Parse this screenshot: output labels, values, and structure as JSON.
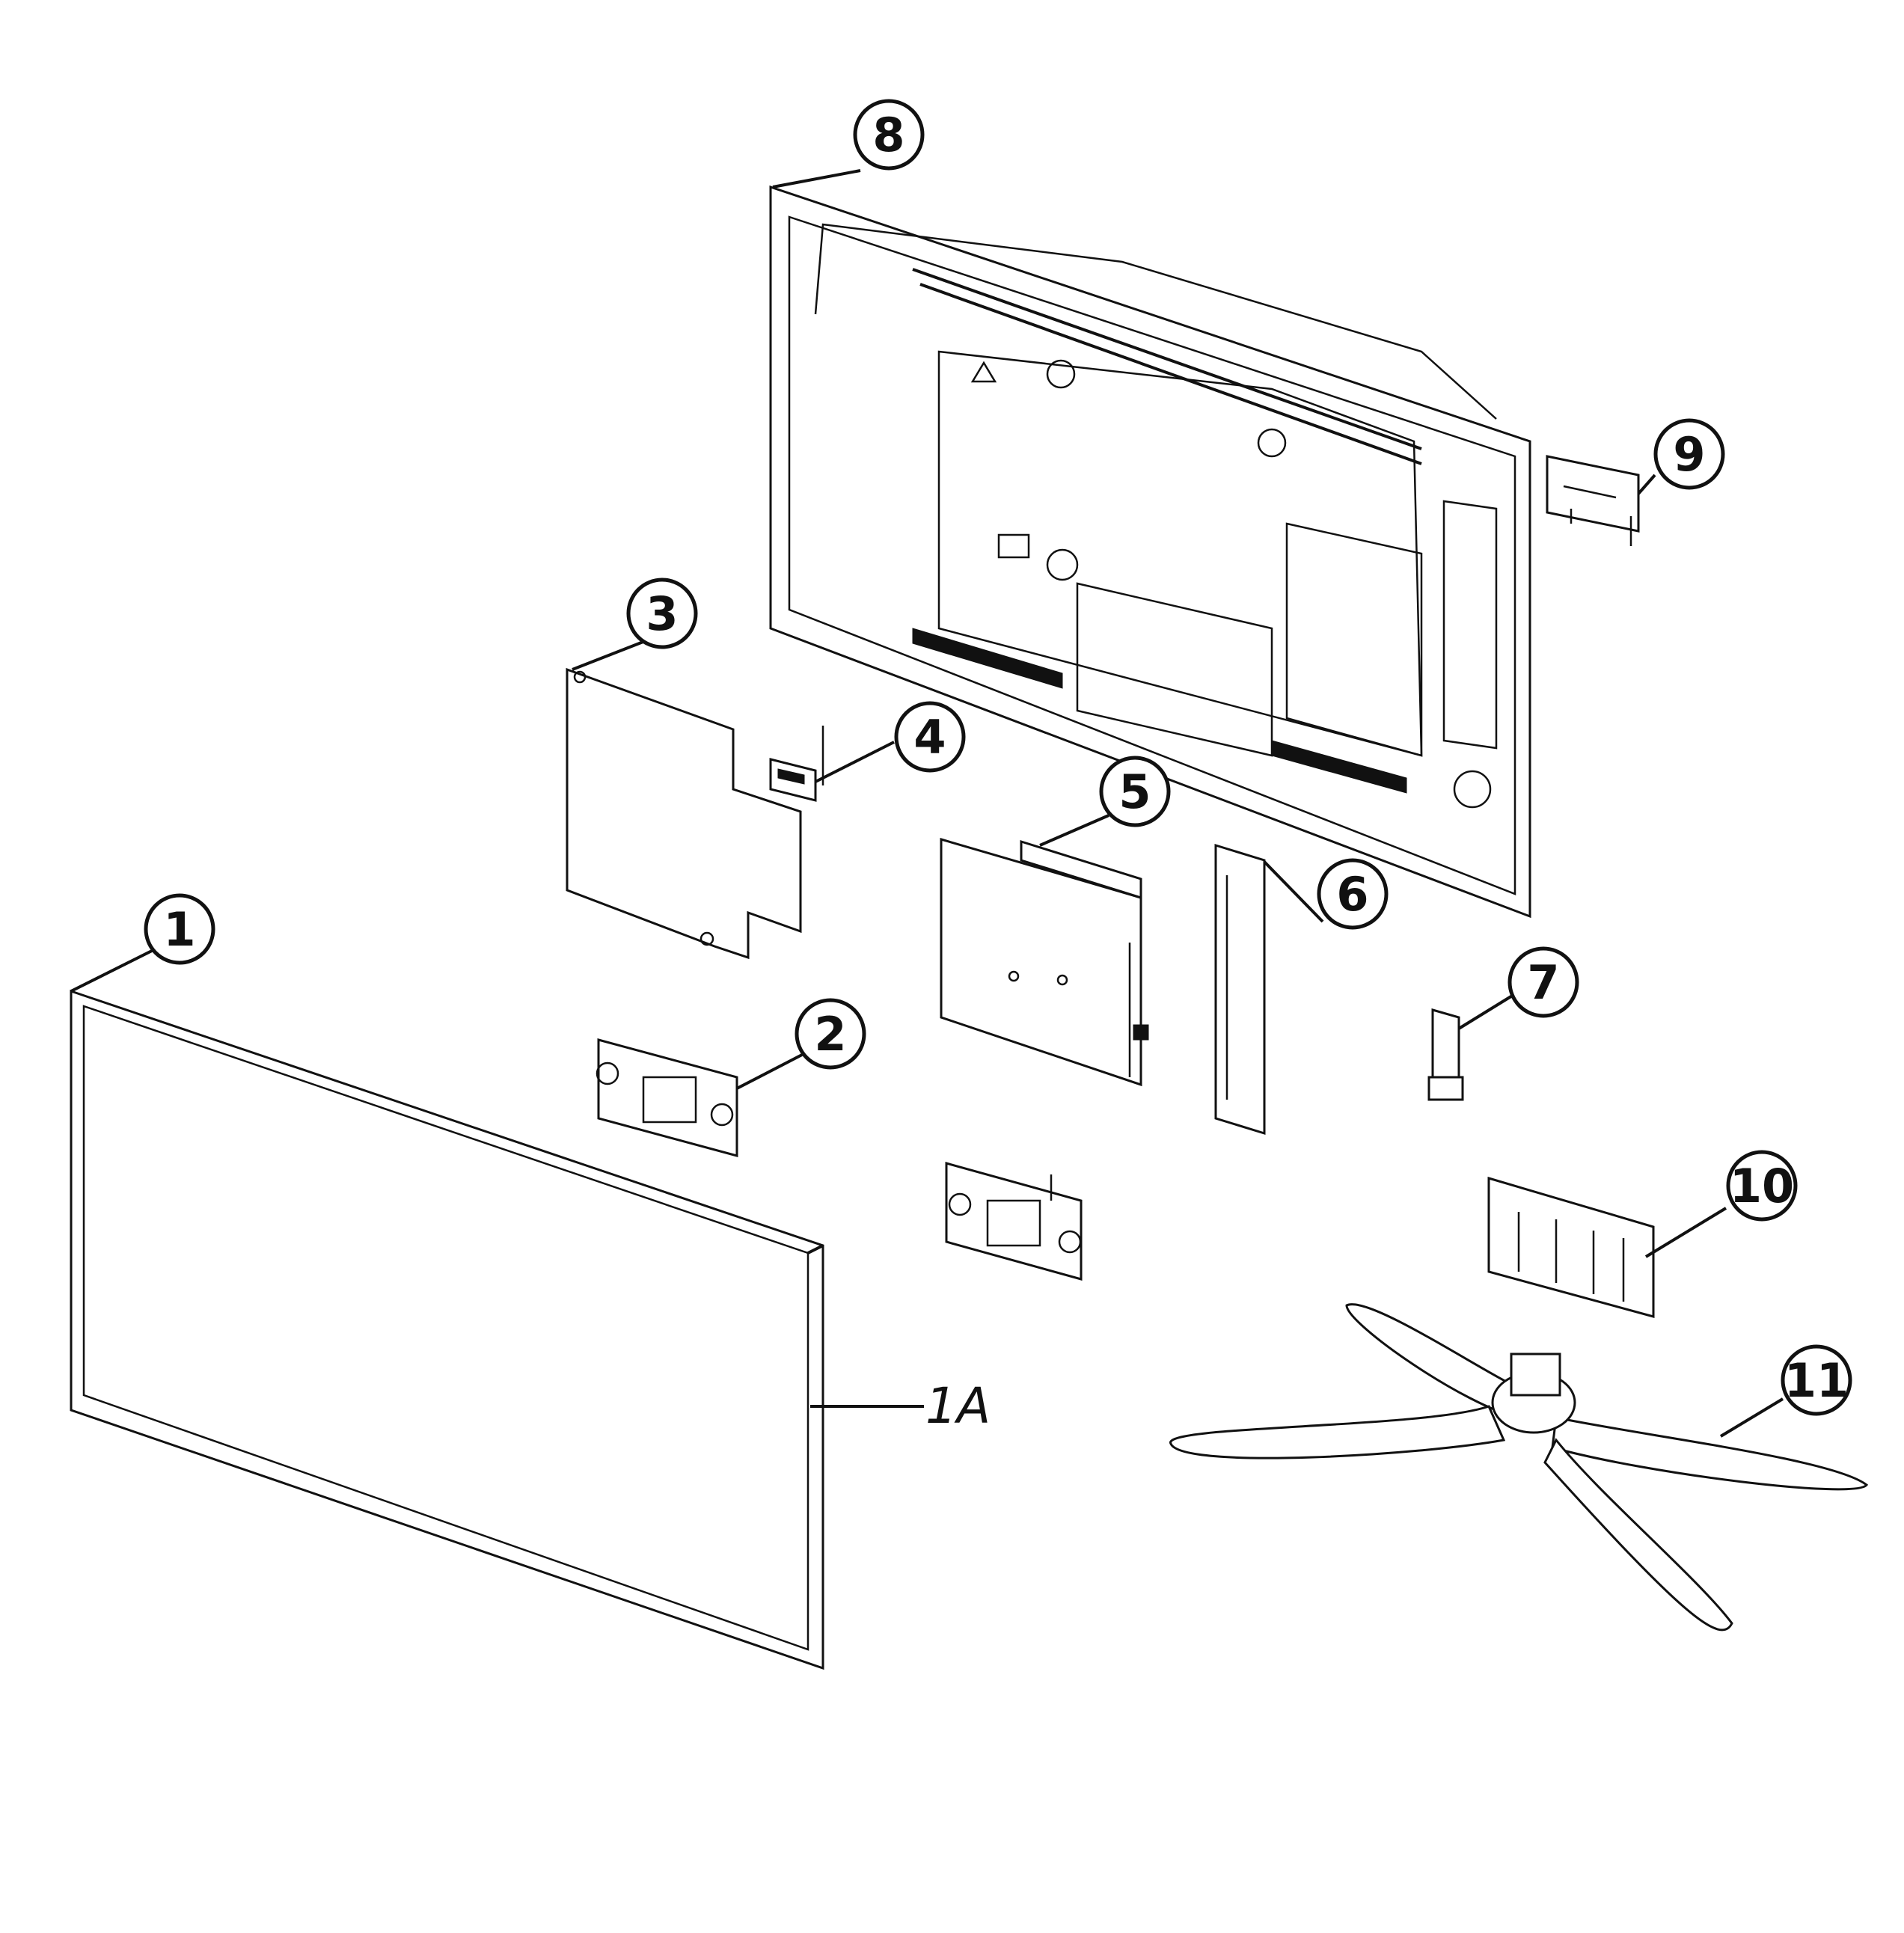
{
  "diagram": {
    "callouts": [
      {
        "id": "c1",
        "label": "1"
      },
      {
        "id": "c1a",
        "label": "1A"
      },
      {
        "id": "c2",
        "label": "2"
      },
      {
        "id": "c3",
        "label": "3"
      },
      {
        "id": "c4",
        "label": "4"
      },
      {
        "id": "c5",
        "label": "5"
      },
      {
        "id": "c6",
        "label": "6"
      },
      {
        "id": "c7",
        "label": "7"
      },
      {
        "id": "c8",
        "label": "8"
      },
      {
        "id": "c9",
        "label": "9"
      },
      {
        "id": "c10",
        "label": "10"
      },
      {
        "id": "c11",
        "label": "11"
      }
    ]
  }
}
